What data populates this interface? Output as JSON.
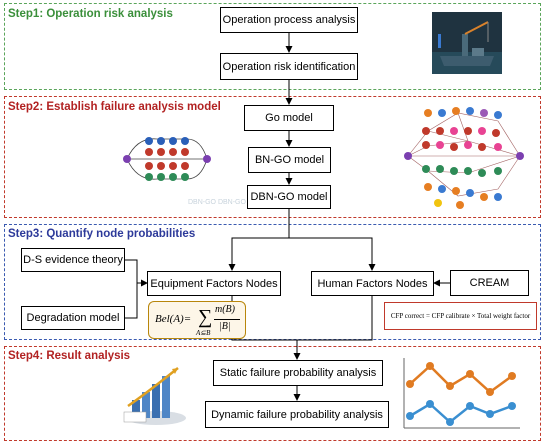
{
  "steps": {
    "step1": {
      "title": "Step1:  Operation risk analysis",
      "color": "#3a8f3a"
    },
    "step2": {
      "title": "Step2:  Establish failure analysis model",
      "color": "#b22222"
    },
    "step3": {
      "title": "Step3:  Quantify node probabilities",
      "color": "#2d3a9a"
    },
    "step4": {
      "title": "Step4:  Result analysis",
      "color": "#b22222"
    }
  },
  "boxes": {
    "operation_process": "Operation process analysis",
    "risk_identification": "Operation risk identification",
    "go_model": "Go model",
    "bn_go_model": "BN-GO model",
    "dbn_go_model": "DBN-GO model",
    "ds_evidence": "D-S evidence theory",
    "degradation_model": "Degradation model",
    "equipment_nodes": "Equipment Factors Nodes",
    "human_nodes": "Human Factors Nodes",
    "cream": "CREAM",
    "static_analysis": "Static failure probability analysis",
    "dynamic_analysis": "Dynamic failure probability analysis"
  },
  "formulas": {
    "bel_lhs": "Bel(A)=",
    "bel_sum_bottom": "A⊆B",
    "bel_numerator": "m(B)",
    "bel_denominator": "|B|",
    "cfp": "CFP correct = CFP calibrate × Total weight factor"
  },
  "diagram_labels": {
    "small_text": "DBN-GO  DBN-GO"
  }
}
